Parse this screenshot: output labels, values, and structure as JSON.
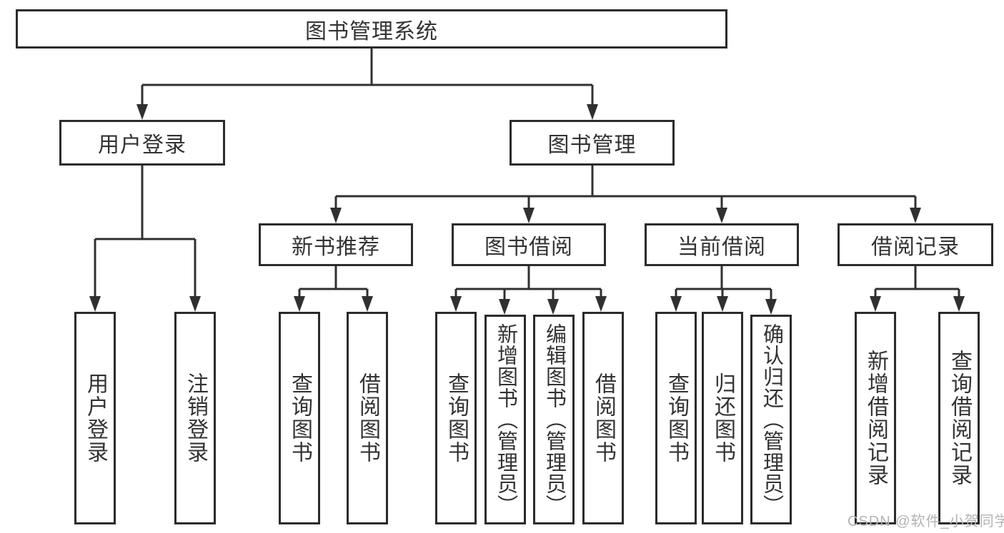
{
  "tree": {
    "root": {
      "label": "图书管理系统",
      "children": [
        {
          "label": "用户登录",
          "children": [
            {
              "label": "用户登录"
            },
            {
              "label": "注销登录"
            }
          ]
        },
        {
          "label": "图书管理",
          "children": [
            {
              "label": "新书推荐",
              "children": [
                {
                  "label": "查询图书"
                },
                {
                  "label": "借阅图书"
                }
              ]
            },
            {
              "label": "图书借阅",
              "children": [
                {
                  "label": "查询图书"
                },
                {
                  "label": "新增图书（管理员）"
                },
                {
                  "label": "编辑图书（管理员）"
                },
                {
                  "label": "借阅图书"
                }
              ]
            },
            {
              "label": "当前借阅",
              "children": [
                {
                  "label": "查询图书"
                },
                {
                  "label": "归还图书"
                },
                {
                  "label": "确认归还（管理员）"
                }
              ]
            },
            {
              "label": "借阅记录",
              "children": [
                {
                  "label": "新增借阅记录"
                },
                {
                  "label": "查询借阅记录"
                }
              ]
            }
          ]
        }
      ]
    }
  },
  "watermark": {
    "text": "CSDN @软件_小贺同学"
  },
  "colors": {
    "line": "#303030",
    "box_border": "#2b2b2b",
    "text": "#333333",
    "watermark": "#b3b3b3",
    "background": "#ffffff"
  }
}
